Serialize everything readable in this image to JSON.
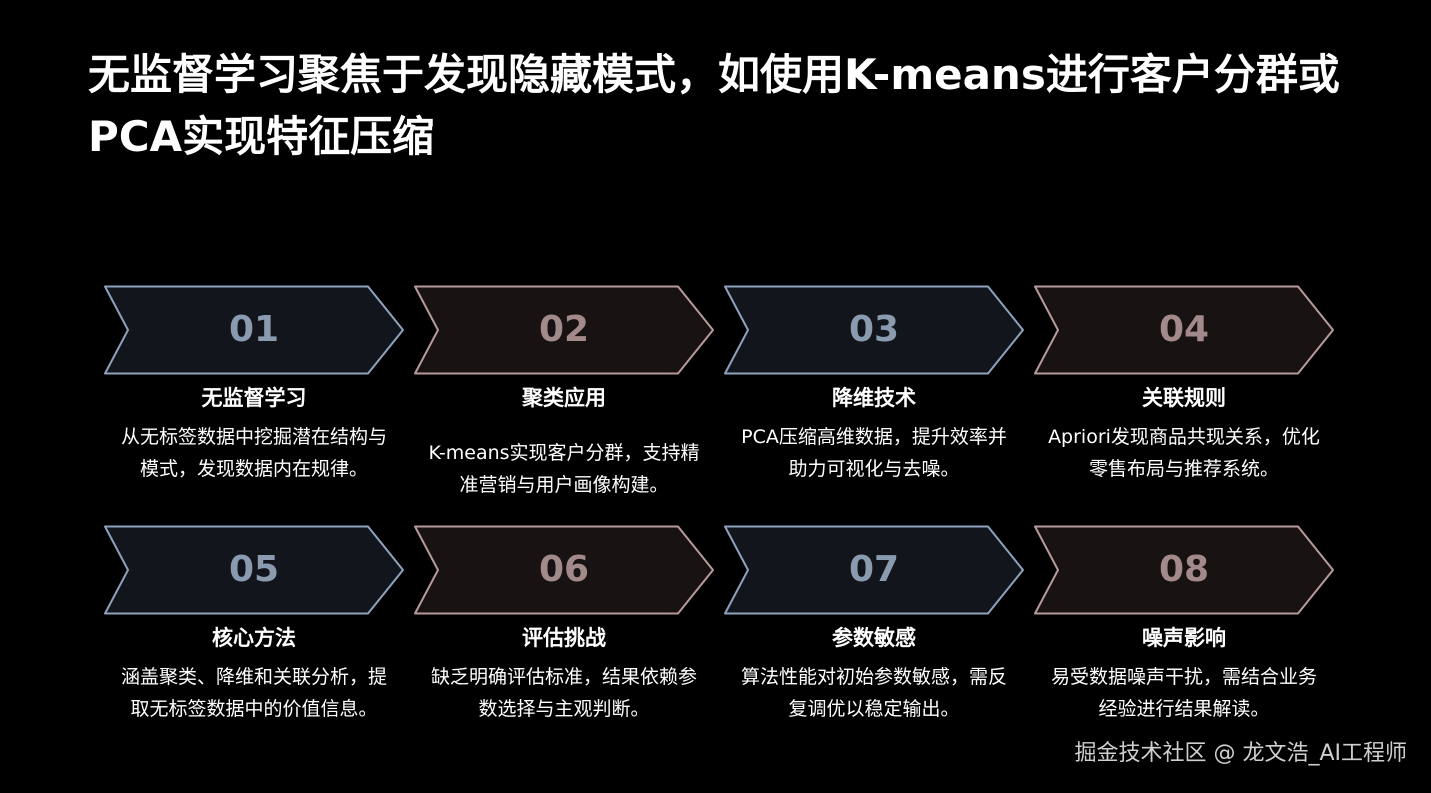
{
  "title": "无监督学习聚焦于发现隐藏模式，如使用K-means进行客户分群或PCA实现特征压缩",
  "colors": {
    "cool_stroke": "#8fa2bd",
    "warm_stroke": "#b79a9a",
    "cool_fill": "#12161c",
    "warm_fill": "#181213"
  },
  "steps": [
    {
      "num": "01",
      "title": "无监督学习",
      "desc": "从无标签数据中挖掘潜在结构与模式，发现数据内在规律。",
      "tone": "cool"
    },
    {
      "num": "02",
      "title": "聚类应用",
      "desc": "K-means实现客户分群，支持精准营销与用户画像构建。",
      "tone": "warm"
    },
    {
      "num": "03",
      "title": "降维技术",
      "desc": "PCA压缩高维数据，提升效率并助力可视化与去噪。",
      "tone": "cool"
    },
    {
      "num": "04",
      "title": "关联规则",
      "desc": "Apriori发现商品共现关系，优化零售布局与推荐系统。",
      "tone": "warm"
    },
    {
      "num": "05",
      "title": "核心方法",
      "desc": "涵盖聚类、降维和关联分析，提取无标签数据中的价值信息。",
      "tone": "cool"
    },
    {
      "num": "06",
      "title": "评估挑战",
      "desc": "缺乏明确评估标准，结果依赖参数选择与主观判断。",
      "tone": "warm"
    },
    {
      "num": "07",
      "title": "参数敏感",
      "desc": "算法性能对初始参数敏感，需反复调优以稳定输出。",
      "tone": "cool"
    },
    {
      "num": "08",
      "title": "噪声影响",
      "desc": "易受数据噪声干扰，需结合业务经验进行结果解读。",
      "tone": "warm"
    }
  ],
  "watermark": "掘金技术社区 @ 龙文浩_AI工程师"
}
